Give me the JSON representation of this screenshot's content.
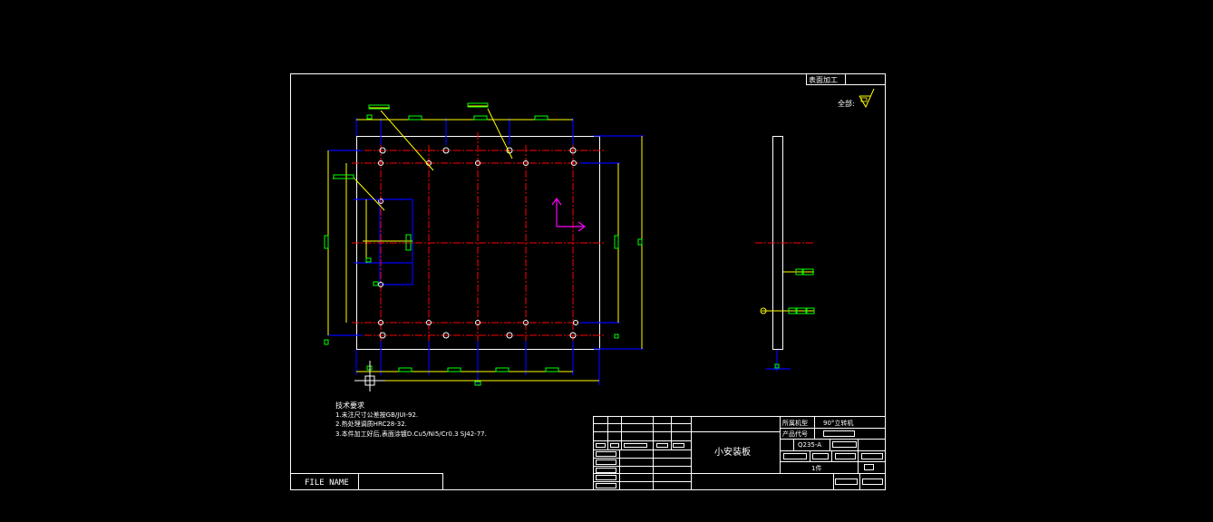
{
  "colors": {
    "background": "#000000",
    "outline": "#ffffff",
    "dimension": "#ffff00",
    "centerline": "#ff0000",
    "hidden": "#0000ff",
    "annotation": "#00ff00",
    "axis": "#ff00ff"
  },
  "surface_finish": {
    "header": "表面加工",
    "label": "全部:"
  },
  "tech_requirements": {
    "title": "技术要求",
    "items": [
      "1.未注尺寸公差按GB/JUI-92.",
      "2.热处理调质HRC28-32.",
      "3.本件加工好后,表面涂镀D.Cu5/Ni5/Cr0.3   SJ42-77."
    ]
  },
  "file_name": "FILE NAME",
  "title_block": {
    "part_name": "小安装板",
    "machine_label": "所属机型",
    "machine_value": "90°立转机",
    "product_code_label": "产品代号",
    "material": "Q235-A",
    "quantity": "1件"
  }
}
